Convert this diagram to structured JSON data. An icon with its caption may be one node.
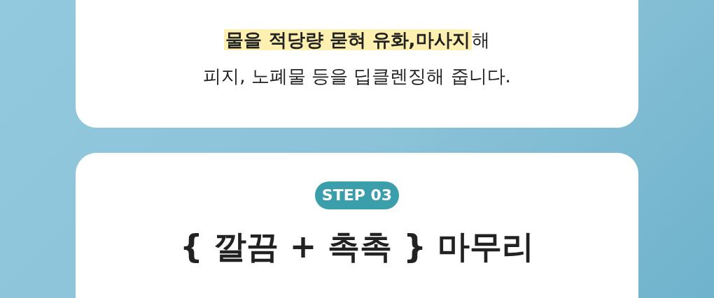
{
  "diagram": {
    "nodes": [
      {
        "text": [
          "**물을 적당량 묻혀 유화,마사지**해",
          "피지, 노폐물 등을 딥클렌징해 줍니다."
        ]
      },
      {
        "text": [
          "{ 깔끔 + 촉촉 } 마무리"
        ]
      },
      {
        "text": [
          "STEP 03"
        ],
        "in": 1
      }
    ],
    "edges": []
  }
}
